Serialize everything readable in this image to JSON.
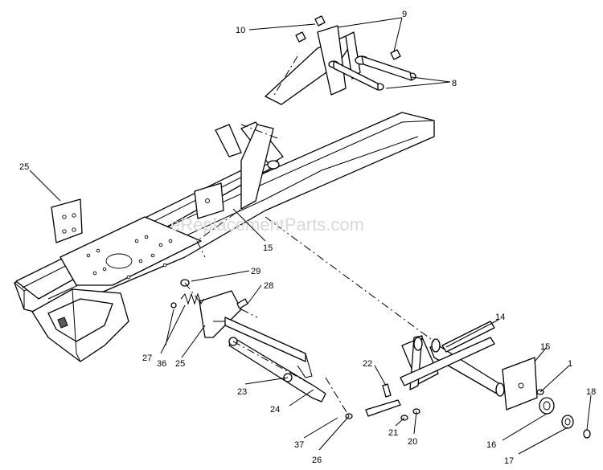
{
  "watermark": "eReplacementParts.com",
  "callouts": [
    "10",
    "9",
    "8",
    "25",
    "15",
    "29",
    "28",
    "27",
    "36",
    "25",
    "23",
    "24",
    "37",
    "26",
    "14",
    "15",
    "1",
    "22",
    "21",
    "20",
    "18",
    "16",
    "17"
  ]
}
